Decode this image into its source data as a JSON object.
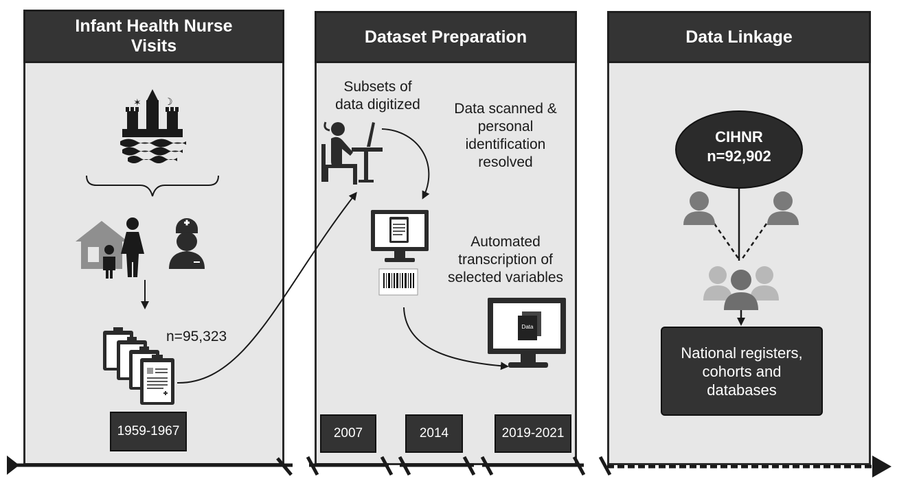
{
  "panels": {
    "infant": {
      "title_line1": "Infant Health Nurse",
      "title_line2": "Visits",
      "count": "n=95,323",
      "years": "1959-1967"
    },
    "dataset": {
      "title": "Dataset Preparation",
      "subsets_line1": "Subsets of",
      "subsets_line2": "data digitized",
      "scanned_line1": "Data scanned &",
      "scanned_line2": "personal",
      "scanned_line3": "identification",
      "scanned_line4": "resolved",
      "auto_line1": "Automated",
      "auto_line2": "transcription of",
      "auto_line3": "selected variables",
      "screen_label": "Data",
      "years": [
        "2007",
        "2014",
        "2019-2021"
      ]
    },
    "linkage": {
      "title": "Data Linkage",
      "cohort_line1": "CIHNR",
      "cohort_line2": "n=92,902",
      "registers_line1": "National registers,",
      "registers_line2": "cohorts and",
      "registers_line3": "databases"
    }
  },
  "colors": {
    "panel_bg": "#e7e7e7",
    "header_bg": "#343434",
    "icon_dark": "#2b2b2b",
    "icon_grey": "#7a7a7a",
    "icon_light": "#b8b8b8"
  }
}
